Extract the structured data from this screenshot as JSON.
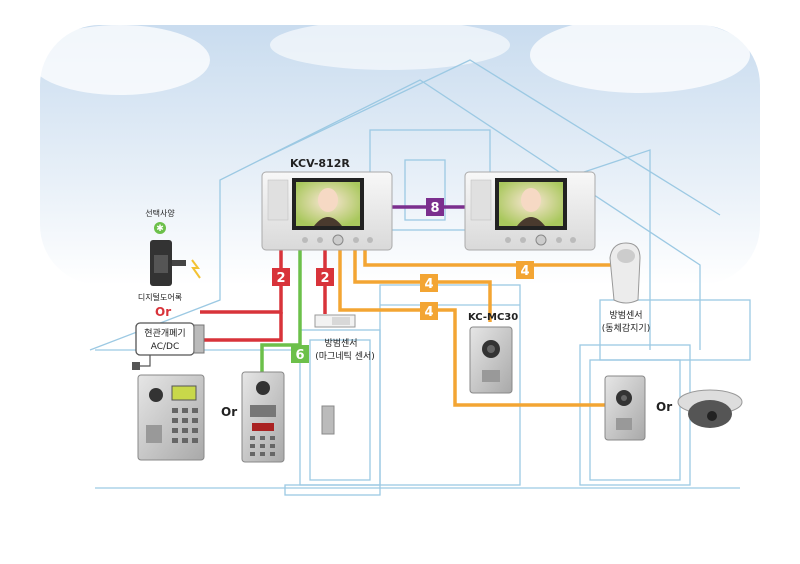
{
  "devices": {
    "main_monitor": {
      "label": "KCV-812R"
    },
    "door_camera": {
      "label": "KC-MC30"
    },
    "optional_badge": {
      "label": "선택사양"
    },
    "digital_doorlock": {
      "label": "디지털도어록"
    },
    "door_opener": {
      "line1": "현관개폐기",
      "line2": "AC/DC"
    },
    "magnetic_sensor": {
      "line1": "방범센서",
      "line2": "(마그네틱 센서)"
    },
    "motion_sensor": {
      "line1": "방범센서",
      "line2": "(동체감지기)"
    }
  },
  "or_labels": [
    "Or",
    "Or",
    "Or"
  ],
  "wire_counts": {
    "monitor_link": "8",
    "doorlock": "2",
    "magnetic": "2",
    "lobby": "6",
    "motion": "4",
    "camera": "4",
    "gate_camera": "4"
  },
  "colors": {
    "red": "#d8333a",
    "green": "#6cc04a",
    "orange": "#f3a533",
    "purple": "#7b2f8e",
    "house_line": "#9cc9e3"
  }
}
